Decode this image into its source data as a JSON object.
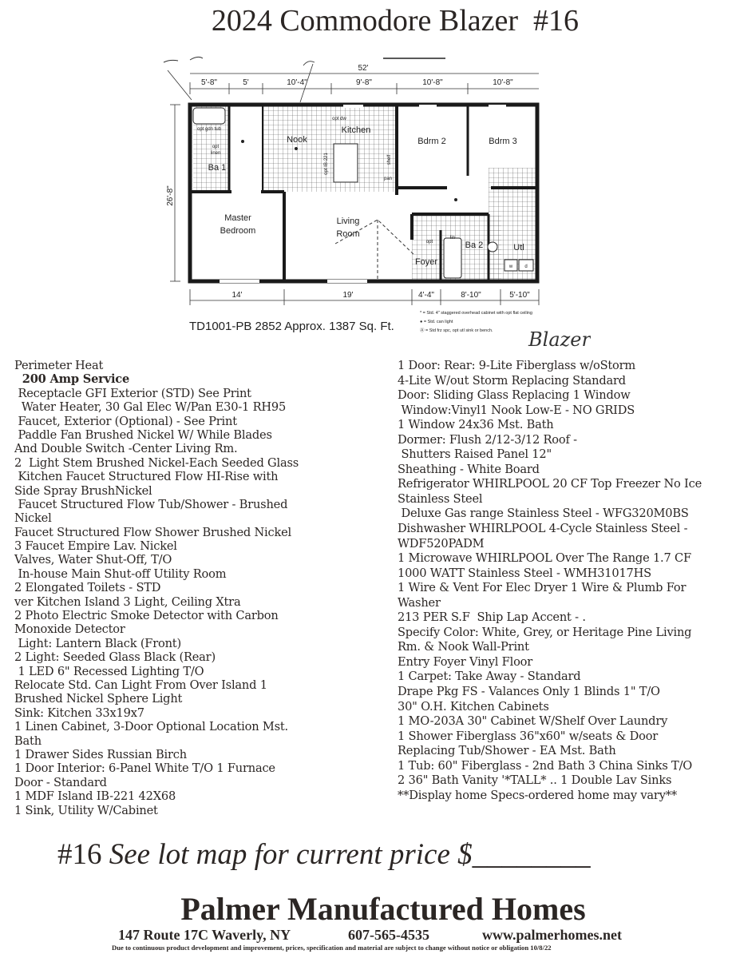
{
  "title": "2024 Commodore Blazer  #16",
  "floor_plan": {
    "overall_width": "52'",
    "depth": "26'-8\"",
    "top_dimensions": [
      "5'-8\"",
      "5'",
      "10'-4\"",
      "9'-8\"",
      "10'-8\"",
      "10'-8\""
    ],
    "bottom_dimensions": [
      "14'",
      "19'",
      "4'-4\"",
      "8'-10\"",
      "5'-10\""
    ],
    "rooms": {
      "nook": "Nook",
      "kitchen": "Kitchen",
      "bdrm2": "Bdrm 2",
      "bdrm3": "Bdrm 3",
      "ba1": "Ba 1",
      "master": [
        "Master",
        "Bedroom"
      ],
      "living": [
        "Living",
        "Room"
      ],
      "foyer": "Foyer",
      "ba2": "Ba 2",
      "utl": "Utl"
    },
    "small_labels": {
      "opt_gdn_tub": "opt gdn tub",
      "opt_linen": [
        "opt",
        "linen"
      ],
      "opt": "opt",
      "opt_dw": "opt dw",
      "opt_island": "opt IB-221",
      "pan": "pan",
      "shelf": "shelf",
      "lin": "lin",
      "w": "w",
      "d": "d"
    },
    "model_line": "TD1001-PB 2852 Approx. 1387 Sq. Ft.",
    "legend": [
      "* = Std. 4\" staggered overhead cabinet with opt flat ceiling",
      "● = Std. can light",
      "Ⓐ = Std frz spc, opt utl sink or bench."
    ],
    "model_name": "Blazer"
  },
  "specs_left": [
    "Perimeter Heat",
    "  200 Amp Service",
    " Receptacle GFI Exterior (STD) See Print",
    "  Water Heater, 30 Gal Elec W/Pan E30-1 RH95",
    " Faucet, Exterior (Optional) - See Print",
    " Paddle Fan Brushed Nickel W/ While Blades",
    "And Double Switch -Center Living Rm.",
    "2  Light Stem Brushed Nickel-Each Seeded Glass",
    " Kitchen Faucet Structured Flow HI-Rise with",
    "Side Spray BrushNickel",
    " Faucet Structured Flow Tub/Shower - Brushed",
    "Nickel",
    "Faucet Structured Flow Shower Brushed Nickel",
    "3 Faucet Empire Lav. Nickel",
    "Valves, Water Shut-Off, T/O",
    " In-house Main Shut-off Utility Room",
    "2 Elongated Toilets - STD",
    "ver Kitchen Island 3 Light, Ceiling Xtra",
    "2 Photo Electric Smoke Detector with Carbon",
    "Monoxide Detector",
    " Light: Lantern Black (Front)",
    "2 Light: Seeded Glass Black (Rear)",
    " 1 LED 6\" Recessed Lighting T/O",
    "Relocate Std. Can Light From Over Island 1",
    "Brushed Nickel Sphere Light",
    "Sink: Kitchen 33x19x7",
    "1 Linen Cabinet, 3-Door Optional Location Mst.",
    "Bath",
    "1 Drawer Sides Russian Birch",
    "1 Door Interior: 6-Panel White T/O 1 Furnace",
    "Door - Standard",
    "1 MDF Island IB-221 42X68",
    "1 Sink, Utility W/Cabinet"
  ],
  "specs_right": [
    "1 Door: Rear: 9-Lite Fiberglass w/oStorm",
    "4-Lite W/out Storm Replacing Standard",
    "Door: Sliding Glass Replacing 1 Window",
    " Window:Vinyl1 Nook Low-E - NO GRIDS",
    "1 Window 24x36 Mst. Bath",
    "Dormer: Flush 2/12-3/12 Roof -",
    " Shutters Raised Panel 12\"",
    "Sheathing - White Board",
    "Refrigerator WHIRLPOOL 20 CF Top Freezer No Ice",
    "Stainless Steel",
    " Deluxe Gas range Stainless Steel - WFG320M0BS",
    "Dishwasher WHIRLPOOL 4-Cycle Stainless Steel -",
    "WDF520PADM",
    "1 Microwave WHIRLPOOL Over The Range 1.7 CF",
    "1000 WATT Stainless Steel - WMH31017HS",
    "1 Wire & Vent For Elec Dryer 1 Wire & Plumb For",
    "Washer",
    "213 PER S.F  Ship Lap Accent - .",
    "Specify Color: White, Grey, or Heritage Pine Living",
    "Rm. & Nook Wall-Print",
    "Entry Foyer Vinyl Floor",
    "1 Carpet: Take Away - Standard",
    "Drape Pkg FS - Valances Only 1 Blinds 1\" T/O",
    "30\" O.H. Kitchen Cabinets",
    "1 MO-203A 30\" Cabinet W/Shelf Over Laundry",
    "1 Shower Fiberglass 36\"x60\" w/seats & Door",
    "Replacing Tub/Shower - EA Mst. Bath",
    "1 Tub: 60\" Fiberglass - 2nd Bath 3 China Sinks T/O",
    "2 36\" Bath Vanity '*TALL* .. 1 Double Lav Sinks",
    "**Display home Specs-ordered home may vary**"
  ],
  "price": {
    "lot_number": "#16",
    "text": " See lot map for current price $________"
  },
  "footer": {
    "company": "Palmer Manufactured Homes",
    "address": "147 Route 17C Waverly, NY",
    "phone": "607-565-4535",
    "website": "www.palmerhomes.net",
    "disclaimer": "Due to continuous product development and improvement, prices, specification and material are subject to change without notice or obligation 10/8/22"
  }
}
